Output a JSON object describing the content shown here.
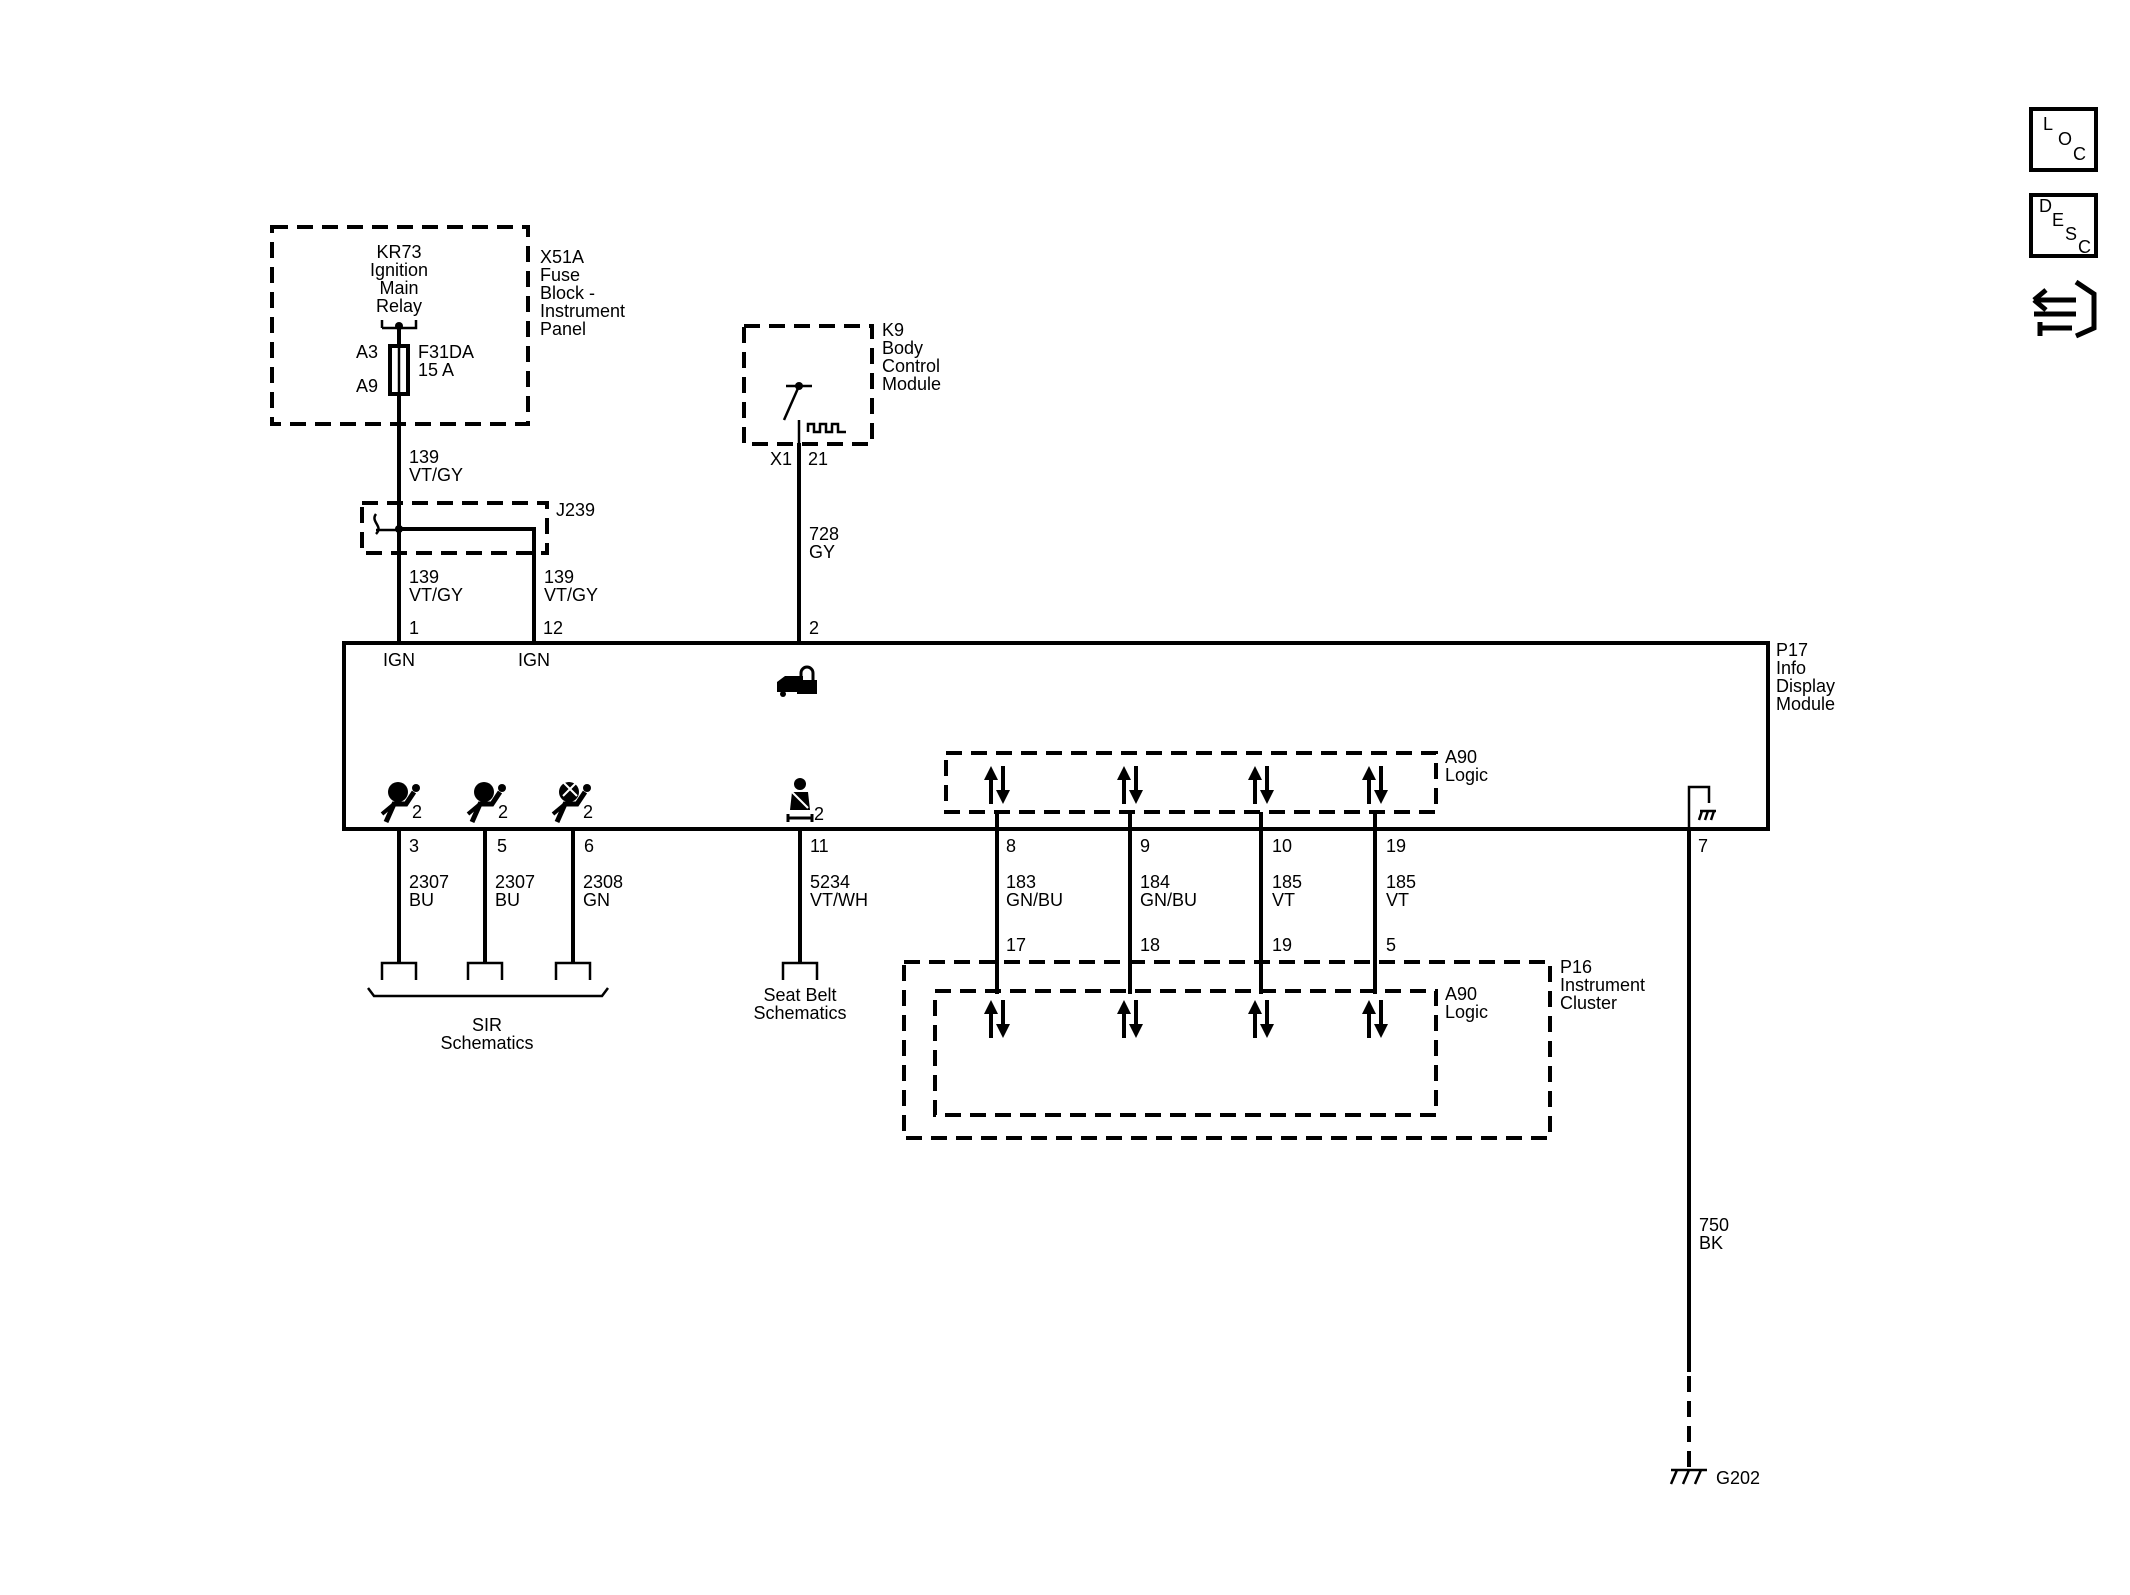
{
  "x51a": {
    "relay": [
      "KR73",
      "Ignition",
      "Main",
      "Relay"
    ],
    "label": [
      "X51A",
      "Fuse",
      "Block -",
      "Instrument",
      "Panel"
    ],
    "fuse_pin_top": "A3",
    "fuse_pin_bottom": "A9",
    "fuse_name": "F31DA",
    "fuse_rating": "15 A"
  },
  "k9": {
    "label": [
      "K9",
      "Body",
      "Control",
      "Module"
    ],
    "connector": "X1",
    "pin": "21"
  },
  "splice": {
    "name": "J239"
  },
  "wires": {
    "w139_top": [
      "139",
      "VT/GY"
    ],
    "w139_left": [
      "139",
      "VT/GY"
    ],
    "w139_right": [
      "139",
      "VT/GY"
    ],
    "w728": [
      "728",
      "GY"
    ],
    "w2307a": [
      "2307",
      "BU"
    ],
    "w2307b": [
      "2307",
      "BU"
    ],
    "w2308": [
      "2308",
      "GN"
    ],
    "w5234": [
      "5234",
      "VT/WH"
    ],
    "w183": [
      "183",
      "GN/BU"
    ],
    "w184": [
      "184",
      "GN/BU"
    ],
    "w185a": [
      "185",
      "VT"
    ],
    "w185b": [
      "185",
      "VT"
    ],
    "w750": [
      "750",
      "BK"
    ]
  },
  "p17": {
    "label": [
      "P17",
      "Info",
      "Display",
      "Module"
    ],
    "ign_left": "IGN",
    "ign_right": "IGN",
    "pins_top": [
      "1",
      "12",
      "2"
    ],
    "pins_bottom": [
      "3",
      "5",
      "6",
      "11",
      "8",
      "9",
      "10",
      "19",
      "7"
    ],
    "airbag_sub": "2"
  },
  "a90": {
    "label": [
      "A90",
      "Logic"
    ]
  },
  "p16": {
    "label": [
      "P16",
      "Instrument",
      "Cluster"
    ],
    "pins": [
      "17",
      "18",
      "19",
      "5"
    ],
    "a90_label": [
      "A90",
      "Logic"
    ]
  },
  "refs": {
    "sir": [
      "SIR",
      "Schematics"
    ],
    "seatbelt": [
      "Seat Belt",
      "Schematics"
    ]
  },
  "ground": {
    "name": "G202"
  },
  "side_icons": {
    "loc": [
      "L",
      "O",
      "C"
    ],
    "desc": [
      "D",
      "E",
      "S",
      "C"
    ],
    "nav": "connector-swap-icon"
  }
}
